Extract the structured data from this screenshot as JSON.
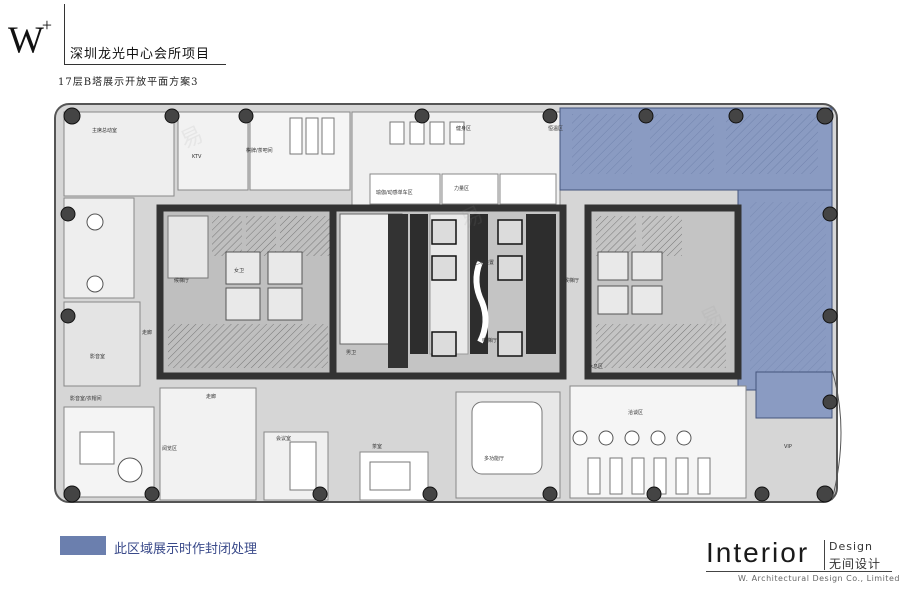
{
  "header": {
    "logo_mark": "W",
    "logo_plus": "+",
    "project_title": "深圳龙光中心会所项目",
    "plan_title": "17层B塔展示开放平面方案3"
  },
  "rooms": {
    "r1": "主席总动室",
    "r2": "KTV",
    "r3": "棋牌/茶吧间",
    "r4": "健身区",
    "r5": "恒温区",
    "r6": "瑜伽/动感单车区",
    "r7": "力量区",
    "r8": "候梯厅",
    "r9": "艺术装置",
    "r10": "电梯厅",
    "r11": "候梯厅",
    "r12": "休息区",
    "r13": "阅览区",
    "r14": "会议室",
    "r15": "影音室",
    "r16": "影音室/衣帽间",
    "r17": "走廊",
    "r18": "走廊",
    "r19": "洽谈区",
    "r20": "多功能厅",
    "r21": "VIP",
    "r22": "茶室",
    "r23": "男卫",
    "r24": "女卫"
  },
  "legend": {
    "text": "此区域展示时作封闭处理",
    "color": "#6b7fae"
  },
  "brand": {
    "word": "Interior",
    "design": "Design",
    "cn": "无间设计",
    "company": "W. Architectural Design Co., Limited"
  },
  "watermark": "易"
}
